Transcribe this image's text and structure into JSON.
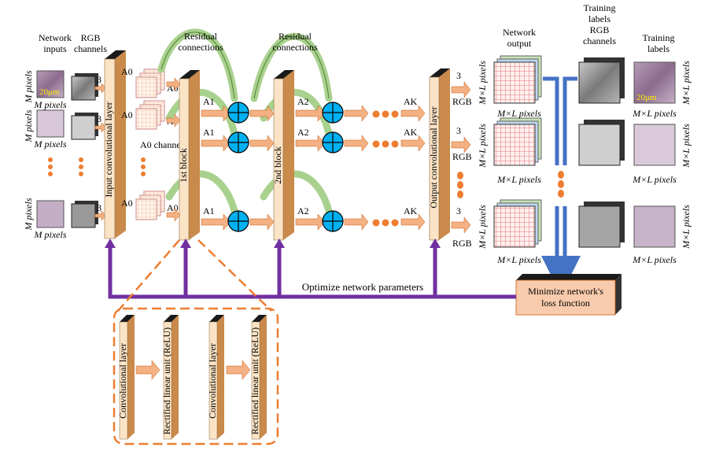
{
  "labels": {
    "network_inputs": "Network\ninputs",
    "rgb_channels": "RGB\nchannels",
    "m_pixels": "M pixels",
    "input_conv_layer": "Input convolutional layer",
    "a0": "A0",
    "a0_channels": "A0 channels",
    "residual_connections": "Residual\nconnections",
    "first_block": "1st block",
    "second_block": "2nd block",
    "a1": "A1",
    "a2": "A2",
    "ak": "AK",
    "output_conv_layer": "Output convolutional layer",
    "three": "3",
    "rgb": "RGB",
    "network_output": "Network\noutput",
    "ml_pixels": "M×L pixels",
    "training_labels_rgb": "Training\nlabels\nRGB\nchannels",
    "training_labels": "Training\nlabels",
    "optimize": "Optimize network parameters",
    "minimize": "Minimize network's\nloss function",
    "scale_bar": "20μm",
    "conv_layer": "Convolutional layer",
    "relu": "Rectified linear unit (ReLU)"
  },
  "colors": {
    "block_face": "#fbe3c6",
    "block_top": "#1a1a1a",
    "arrow_orange": "#f4b183",
    "arrow_green": "#a9d18e",
    "sum_blue": "#00b0f0",
    "purple": "#7030a0",
    "blue": "#4472c4",
    "dash_orange": "#ed7d31",
    "minimize_box": "#f8cbad",
    "tissue": "#9b7f9d",
    "grey_tile": "#8a8a8a",
    "grid_red": "#e05050"
  }
}
